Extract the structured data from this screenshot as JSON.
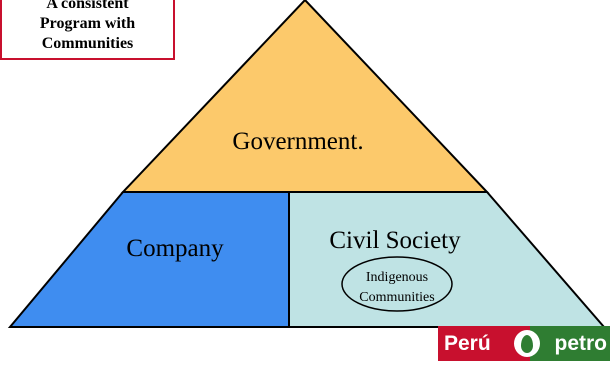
{
  "callout": {
    "line1": "A consistent",
    "line2": "Program with",
    "line3": "Communities"
  },
  "pyramid": {
    "top_label": "Government.",
    "left_label": "Company",
    "right_label": "Civil Society",
    "ellipse_line1": "Indigenous",
    "ellipse_line2": "Communities"
  },
  "colors": {
    "government": "#fcc96b",
    "company": "#3f8df0",
    "civil_society": "#bfe3e4",
    "callout_border": "#c8102e"
  },
  "logo": {
    "left_text": "Perú",
    "right_text": "petro",
    "drop_icon": "drop-icon"
  }
}
